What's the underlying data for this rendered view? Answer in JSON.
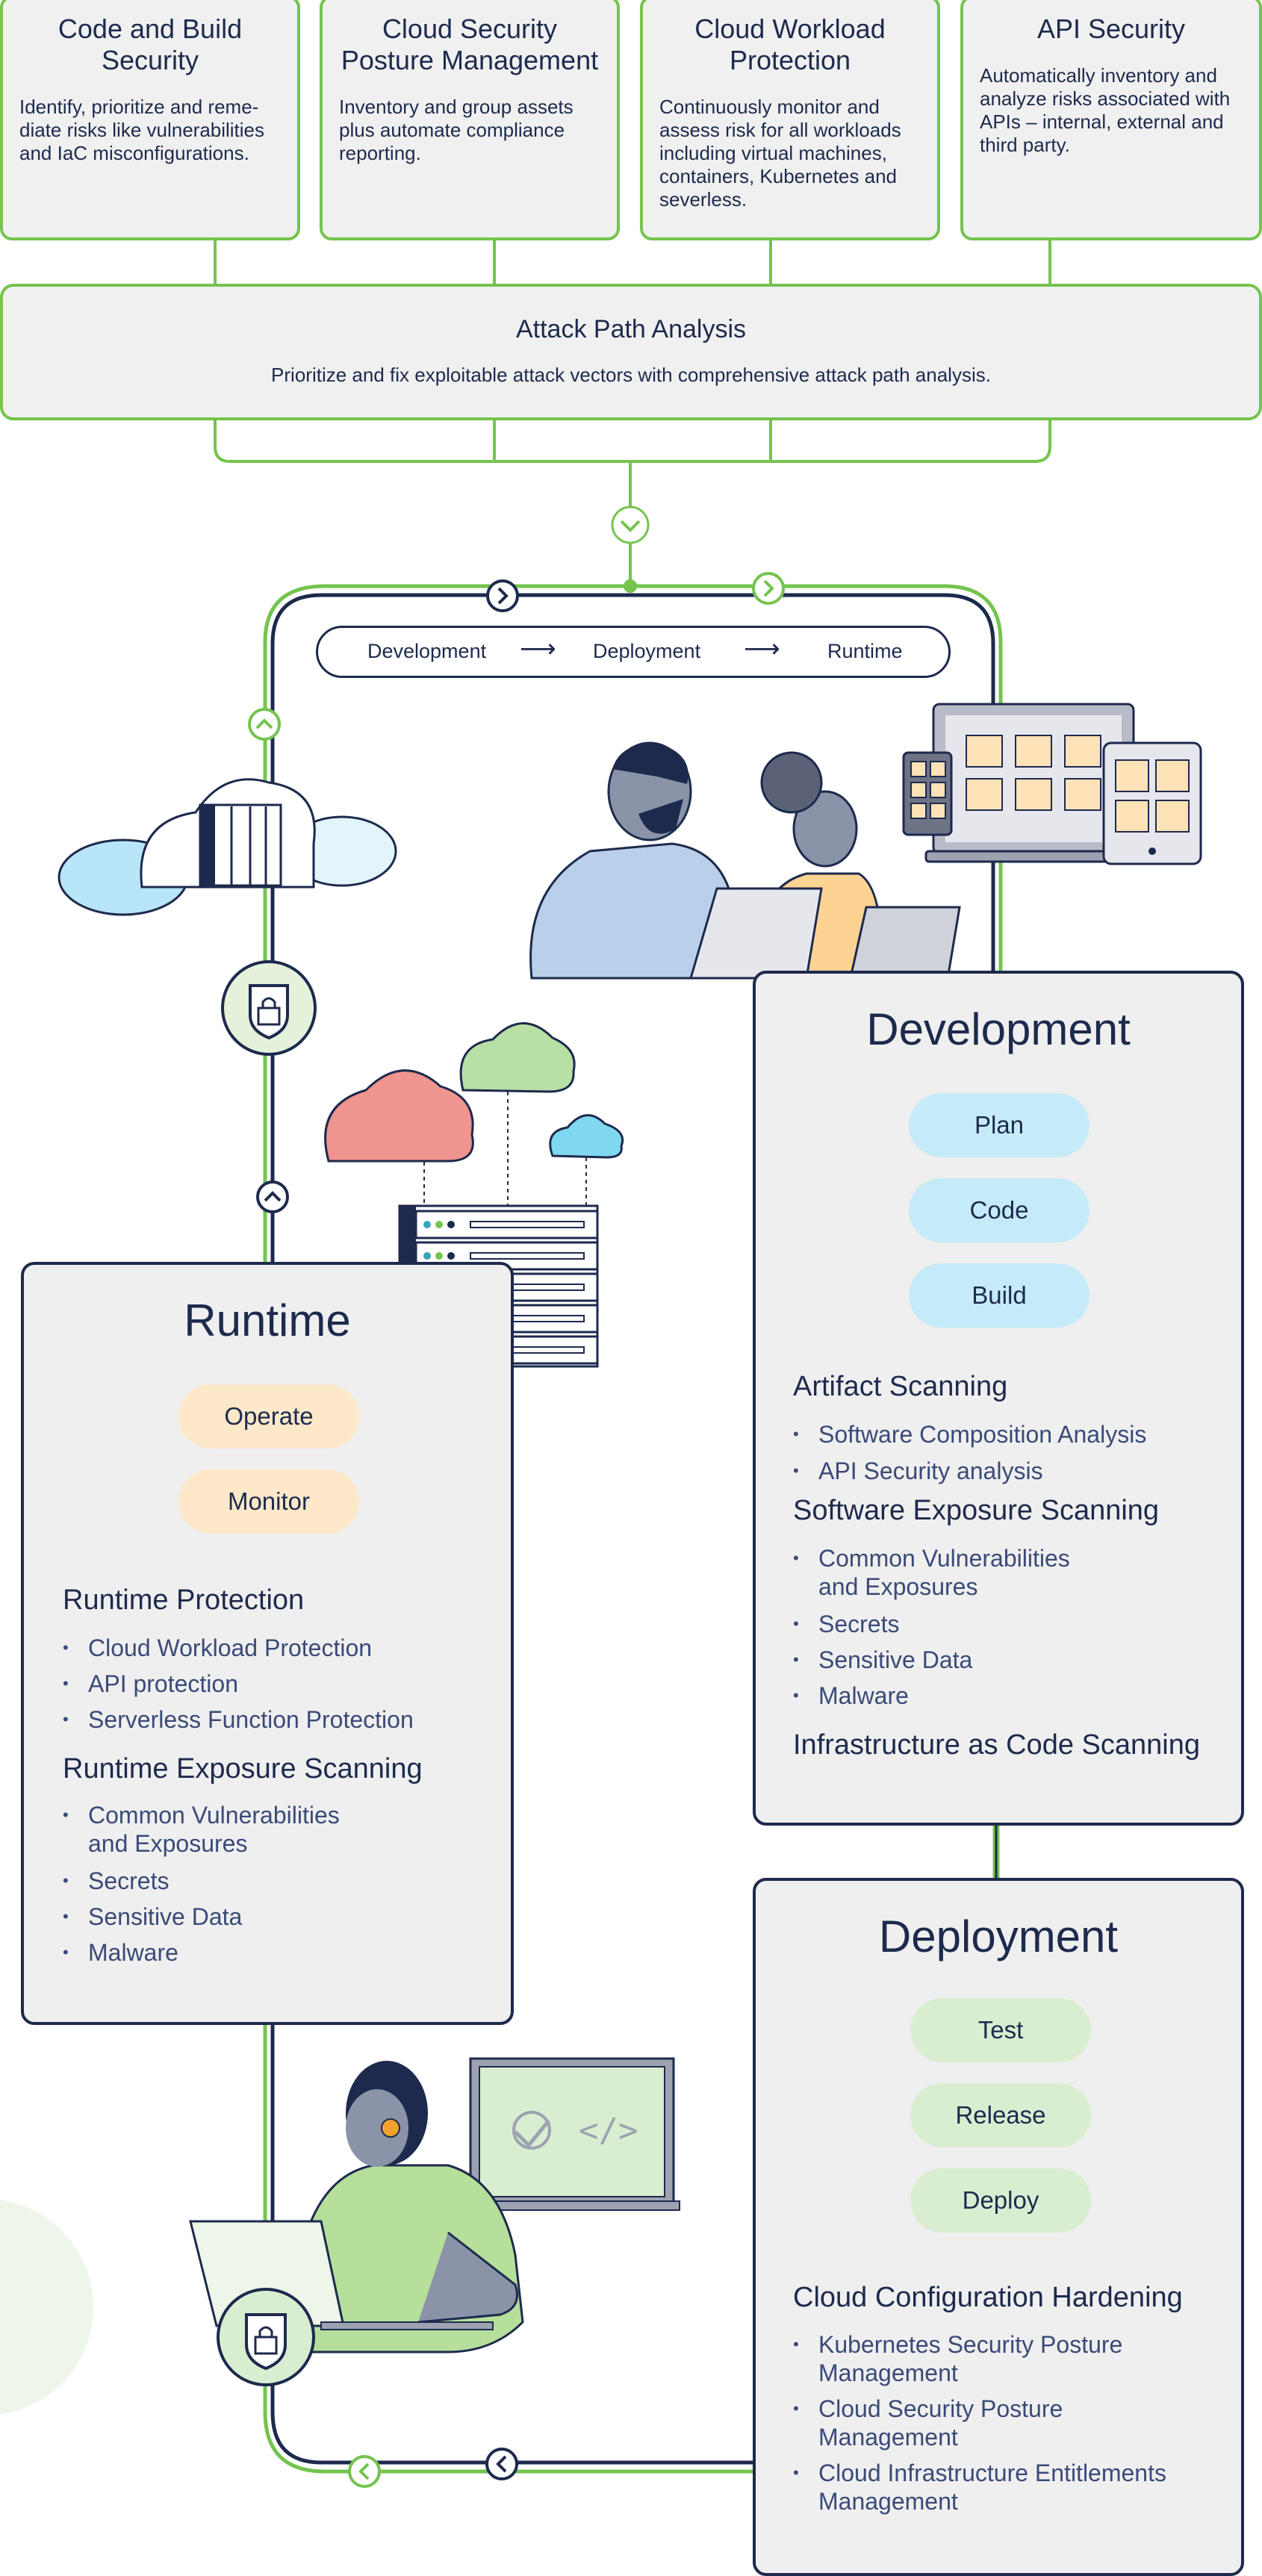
{
  "top_cards": [
    {
      "title": "Code and Build Security",
      "desc": "Identify, prioritize and reme-diate risks like vulnerabilities and IaC misconfigurations."
    },
    {
      "title": "Cloud Security Posture Management",
      "desc": "Inventory and group assets plus automate compliance reporting."
    },
    {
      "title": "Cloud Workload Protection",
      "desc": "Continuously monitor and assess risk for all workloads including virtual machines, containers, Kubernetes and severless."
    },
    {
      "title": "API Security",
      "desc": "Automatically inventory and analyze risks associated with APIs – internal, external and third party."
    }
  ],
  "attack_path": {
    "title": "Attack Path Analysis",
    "desc": "Prioritize and fix exploitable attack vectors with comprehensive attack path analysis."
  },
  "flow": {
    "step1": "Development",
    "step2": "Deployment",
    "step3": "Runtime"
  },
  "development": {
    "title": "Development",
    "pills": [
      "Plan",
      "Code",
      "Build"
    ],
    "sections": [
      {
        "title": "Artifact Scanning",
        "items": [
          "Software Composition Analysis",
          "API Security analysis"
        ]
      },
      {
        "title": "Software Exposure Scanning",
        "items": [
          "Common Vulnerabilities\nand Exposures",
          "Secrets",
          "Sensitive Data",
          "Malware"
        ]
      },
      {
        "title": "Infrastructure as Code Scanning",
        "items": []
      }
    ]
  },
  "runtime": {
    "title": "Runtime",
    "pills": [
      "Operate",
      "Monitor"
    ],
    "sections": [
      {
        "title": "Runtime Protection",
        "items": [
          "Cloud Workload Protection",
          "API protection",
          "Serverless Function Protection"
        ]
      },
      {
        "title": "Runtime Exposure Scanning",
        "items": [
          "Common Vulnerabilities\nand Exposures",
          "Secrets",
          "Sensitive Data",
          "Malware"
        ]
      }
    ]
  },
  "deployment": {
    "title": "Deployment",
    "pills": [
      "Test",
      "Release",
      "Deploy"
    ],
    "sections": [
      {
        "title": "Cloud Configuration Hardening",
        "items": [
          "Kubernetes Security Posture\nManagement",
          "Cloud Security Posture\nManagement",
          "Cloud Infrastructure Entitlements\nManagement"
        ]
      }
    ]
  },
  "colors": {
    "green": "#74c44e",
    "navy": "#1d2a4d",
    "card_bg": "#efefef",
    "dev_pill": "#c6ebf8",
    "run_pill": "#fde8c9",
    "dep_pill": "#d9eed0"
  },
  "icons": [
    "chevron-down-icon",
    "chevron-right-icon",
    "chevron-up-icon",
    "chevron-left-icon",
    "lock-shield-icon",
    "cloud-icon",
    "server-icon",
    "laptop-icon",
    "monitor-icon",
    "tablet-icon",
    "code-icon"
  ]
}
